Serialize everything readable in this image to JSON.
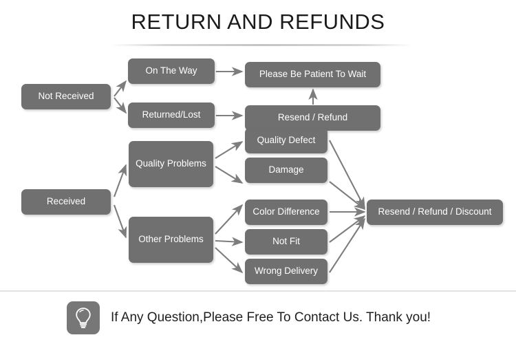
{
  "header": {
    "title": "RETURN AND REFUNDS"
  },
  "flow": {
    "nodes": [
      {
        "id": "not-received",
        "label": "Not Received"
      },
      {
        "id": "on-the-way",
        "label": "On The Way"
      },
      {
        "id": "returned-lost",
        "label": "Returned/Lost"
      },
      {
        "id": "be-patient",
        "label": "Please Be Patient To Wait"
      },
      {
        "id": "resend-refund",
        "label": "Resend / Refund"
      },
      {
        "id": "received",
        "label": "Received"
      },
      {
        "id": "quality-problems",
        "label": "Quality Problems"
      },
      {
        "id": "other-problems",
        "label": "Other Problems"
      },
      {
        "id": "quality-defect",
        "label": "Quality Defect"
      },
      {
        "id": "damage",
        "label": "Damage"
      },
      {
        "id": "color-difference",
        "label": "Color Difference"
      },
      {
        "id": "not-fit",
        "label": "Not Fit"
      },
      {
        "id": "wrong-delivery",
        "label": "Wrong Delivery"
      },
      {
        "id": "resend-refund-discount",
        "label": "Resend / Refund / Discount"
      }
    ]
  },
  "footer": {
    "icon": "lightbulb-icon",
    "text": "If Any Question,Please Free To Contact Us. Thank you!"
  },
  "colors": {
    "node_fill": "#707070",
    "node_text": "#ffffff",
    "arrow": "#7d7d7d",
    "background": "#ffffff",
    "divider": "#e2e2e2",
    "title_text": "#1a1a1a"
  }
}
